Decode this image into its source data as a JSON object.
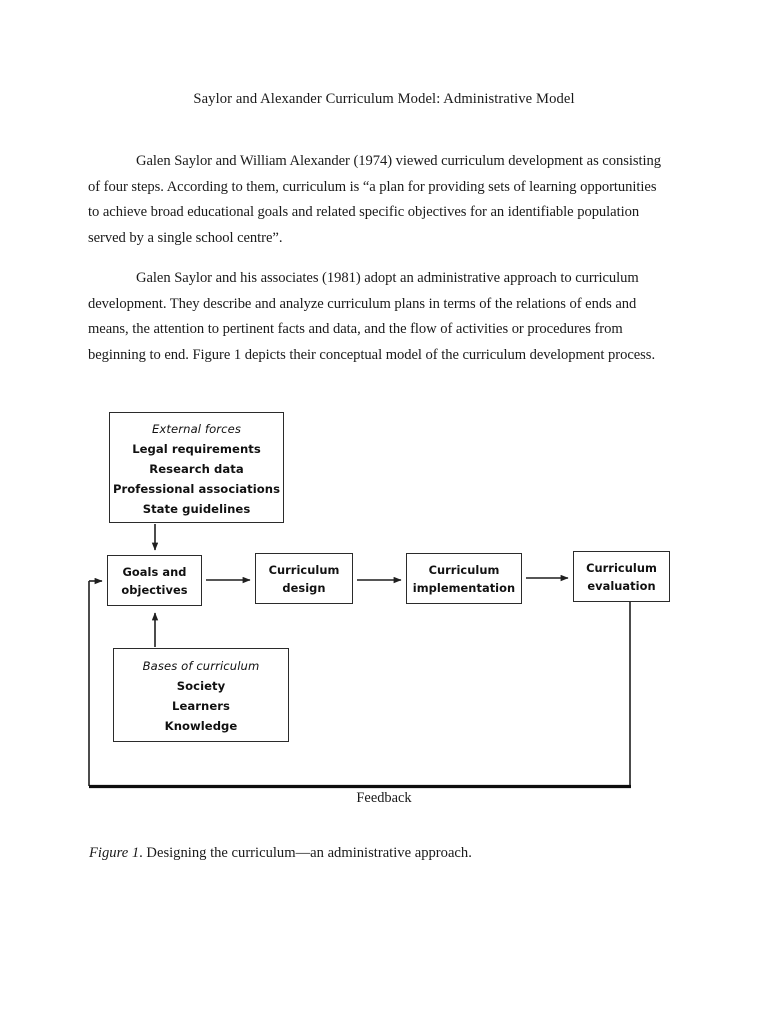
{
  "document": {
    "title": "Saylor and Alexander Curriculum Model: Administrative Model",
    "paragraphs": [
      "Galen Saylor and William Alexander (1974) viewed curriculum development as consisting of four steps. According to them, curriculum is “a plan for providing sets of learning opportunities to achieve broad educational goals and related specific objectives for an identifiable population served by a single school centre”.",
      "Galen Saylor and his associates (1981) adopt an administrative approach to curriculum development. They describe and analyze curriculum plans in terms of the relations of ends and means, the attention to pertinent facts and data, and the flow of activities or procedures from beginning to end. Figure 1 depicts their conceptual model of the curriculum development process."
    ],
    "figure_caption": {
      "label": "Figure 1",
      "text": ". Designing the curriculum—an administrative approach."
    }
  },
  "diagram": {
    "external_forces": {
      "heading": "External forces",
      "items": [
        "Legal requirements",
        "Research data",
        "Professional associations",
        "State guidelines"
      ]
    },
    "bases_of_curriculum": {
      "heading": "Bases of curriculum",
      "items": [
        "Society",
        "Learners",
        "Knowledge"
      ]
    },
    "process_boxes": [
      {
        "line1": "Goals and",
        "line2": "objectives"
      },
      {
        "line1": "Curriculum",
        "line2": "design"
      },
      {
        "line1": "Curriculum",
        "line2": "implementation"
      },
      {
        "line1": "Curriculum",
        "line2": "evaluation"
      }
    ],
    "feedback_label": "Feedback",
    "colors": {
      "line": "#2b2b2b",
      "text": "#111111",
      "background": "#ffffff"
    }
  }
}
